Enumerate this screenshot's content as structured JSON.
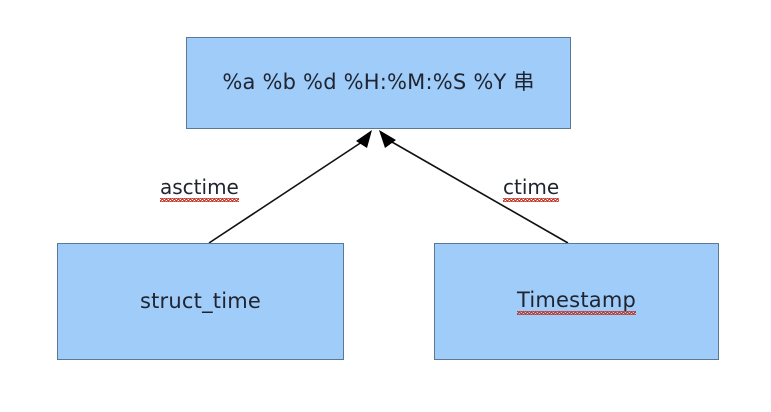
{
  "diagram": {
    "type": "relationship-diagram",
    "background_color": "#ffffff",
    "node_fill_color": "#9fccf8",
    "node_border_color": "#5a7a94",
    "text_color": "#1f2430",
    "edge_color": "#111111",
    "spellcheck_underline_color": "#c0392b",
    "nodes": [
      {
        "id": "format-string",
        "label": "%a %b %d %H:%M:%S %Y 串",
        "role": "target",
        "spellchecked": false
      },
      {
        "id": "struct-time",
        "label": "struct_time",
        "role": "source",
        "spellchecked": false
      },
      {
        "id": "timestamp",
        "label": "Timestamp",
        "role": "source",
        "spellchecked": true
      }
    ],
    "edges": [
      {
        "id": "asctime-edge",
        "label": "asctime",
        "from": "struct-time",
        "to": "format-string",
        "arrowhead": "filled-triangle",
        "spellchecked": true
      },
      {
        "id": "ctime-edge",
        "label": "ctime",
        "from": "timestamp",
        "to": "format-string",
        "arrowhead": "filled-triangle",
        "spellchecked": true
      }
    ]
  }
}
